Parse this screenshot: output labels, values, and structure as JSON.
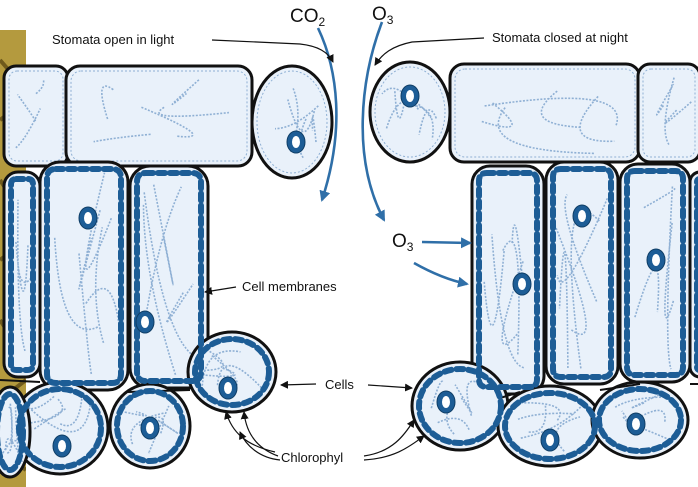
{
  "labels": {
    "stomata_open": "Stomata open in light",
    "stomata_closed": "Stomata closed at night",
    "cell_membranes": "Cell membranes",
    "cells": "Cells",
    "chlorophyl": "Chlorophyl"
  },
  "gases": {
    "co2_main": "CO",
    "co2_sub": "2",
    "o3_top_main": "O",
    "o3_top_sub": "3",
    "o3_mid_main": "O",
    "o3_mid_sub": "3"
  },
  "colors": {
    "cell_fill": "#e9f1fa",
    "cell_stroke": "#111111",
    "chloroplast": "#1d5d96",
    "network": "#8fb0d4",
    "arrow_blue": "#2f6fa8",
    "background_plant": "#b49a3e"
  }
}
